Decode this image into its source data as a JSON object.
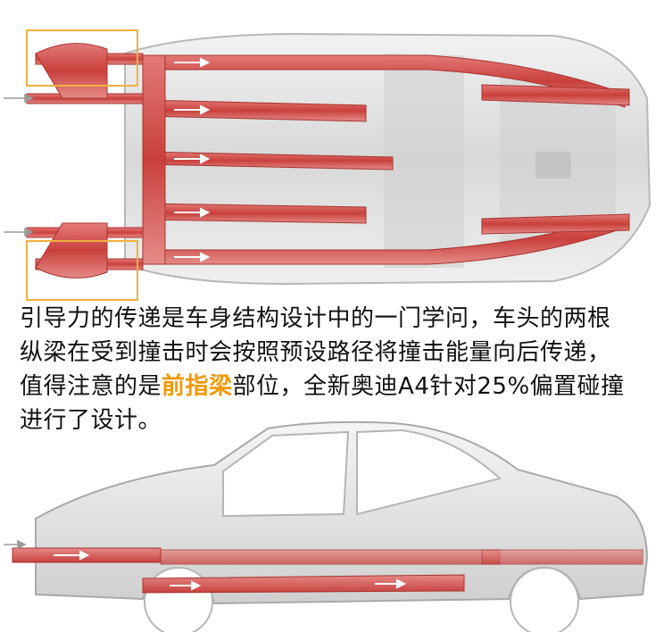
{
  "caption": {
    "line1": "引导力的传递是车身结构设计中的一门学问，车头的两根",
    "line2": "纵梁在受到撞击时会按照预设路径将撞击能量向后传递，",
    "line3_a": "值得注意的是",
    "line3_highlight": "前指梁",
    "line3_b": "部位，全新奥迪A4针对25%偏置碰撞",
    "line4": "进行了设计。"
  },
  "colors": {
    "body_white": "#e8e8e8",
    "structure_red": "#d9534f",
    "highlight_orange": "#f39800",
    "frame_box": "#f0b040"
  }
}
